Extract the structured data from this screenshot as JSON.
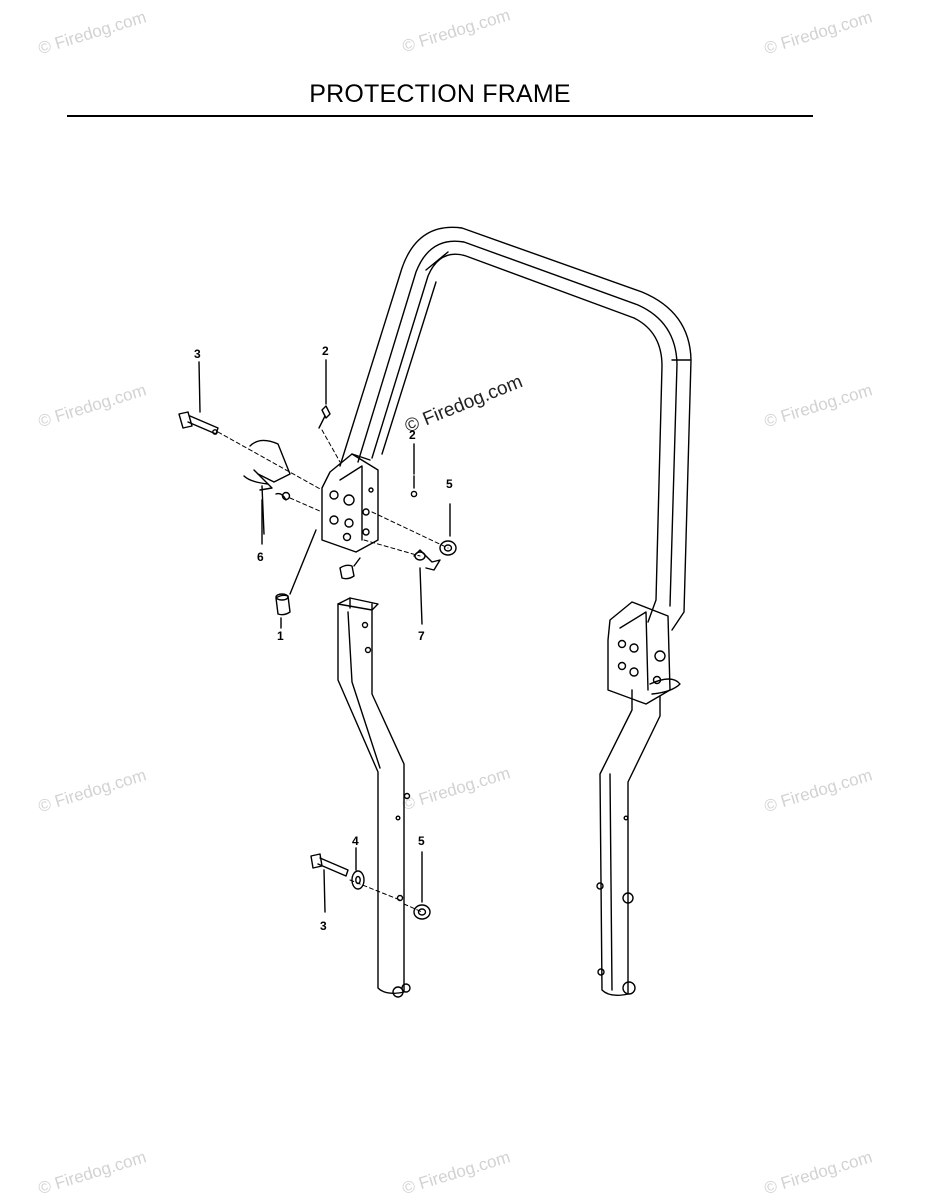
{
  "title": "PROTECTION FRAME",
  "watermark": "© Firedog.com",
  "callouts": {
    "c1": "1",
    "c2a": "2",
    "c2b": "2",
    "c3a": "3",
    "c3b": "3",
    "c4": "4",
    "c5a": "5",
    "c5b": "5",
    "c6": "6",
    "c7": "7"
  }
}
